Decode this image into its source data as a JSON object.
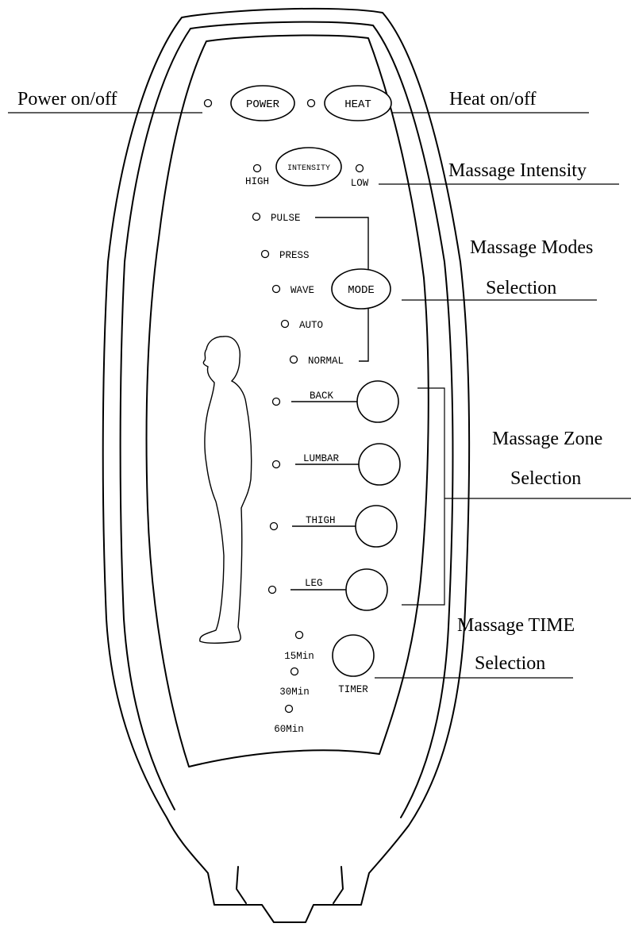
{
  "callouts": {
    "power": "Power on/off",
    "heat": "Heat on/off",
    "intensity": "Massage Intensity",
    "modes_line1": "Massage Modes",
    "modes_line2": "Selection",
    "zone_line1": "Massage Zone",
    "zone_line2": "Selection",
    "time_line1": "Massage TIME",
    "time_line2": "Selection"
  },
  "buttons": {
    "power": "POWER",
    "heat": "HEAT",
    "intensity": "INTENSITY",
    "mode": "MODE",
    "timer": "TIMER"
  },
  "intensity_levels": {
    "high": "HIGH",
    "low": "LOW"
  },
  "modes": [
    "PULSE",
    "PRESS",
    "WAVE",
    "AUTO",
    "NORMAL"
  ],
  "zones": [
    "BACK",
    "LUMBAR",
    "THIGH",
    "LEG"
  ],
  "timer_options": [
    "15Min",
    "30Min",
    "60Min"
  ]
}
